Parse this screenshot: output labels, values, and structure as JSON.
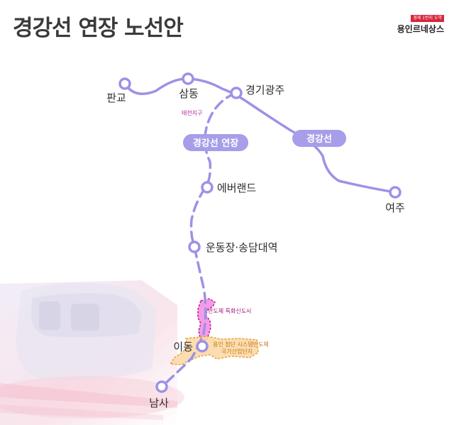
{
  "title": "경강선 연장 노선안",
  "logo": {
    "tagline": "경제 1번지 도약",
    "brand": "용인르네상스"
  },
  "colors": {
    "line": "#9c92e6",
    "station_fill": "#ffffff",
    "pill": "#a69ee8",
    "semiconductor_zone": "#f28ae4",
    "semiconductor_border": "#c0178a",
    "cluster_zone": "#fbd9a8",
    "cluster_border": "#e8a03a"
  },
  "lines": {
    "existing_label": "경강선",
    "extension_label": "경강선 연장"
  },
  "stations": {
    "pangyo": "판교",
    "samdong": "삼동",
    "gyeonggi_gwangju": "경기광주",
    "yeoju": "여주",
    "everland": "에버랜드",
    "undongjang": "운동장·송담대역",
    "idong": "이동",
    "namsa": "남사"
  },
  "areas": {
    "taejeon": "태전지구",
    "semiconductor_city": "반도체 특화신도시",
    "cluster_line1": "용인 첨단 시스템반도체",
    "cluster_line2": "국가산업단지"
  }
}
